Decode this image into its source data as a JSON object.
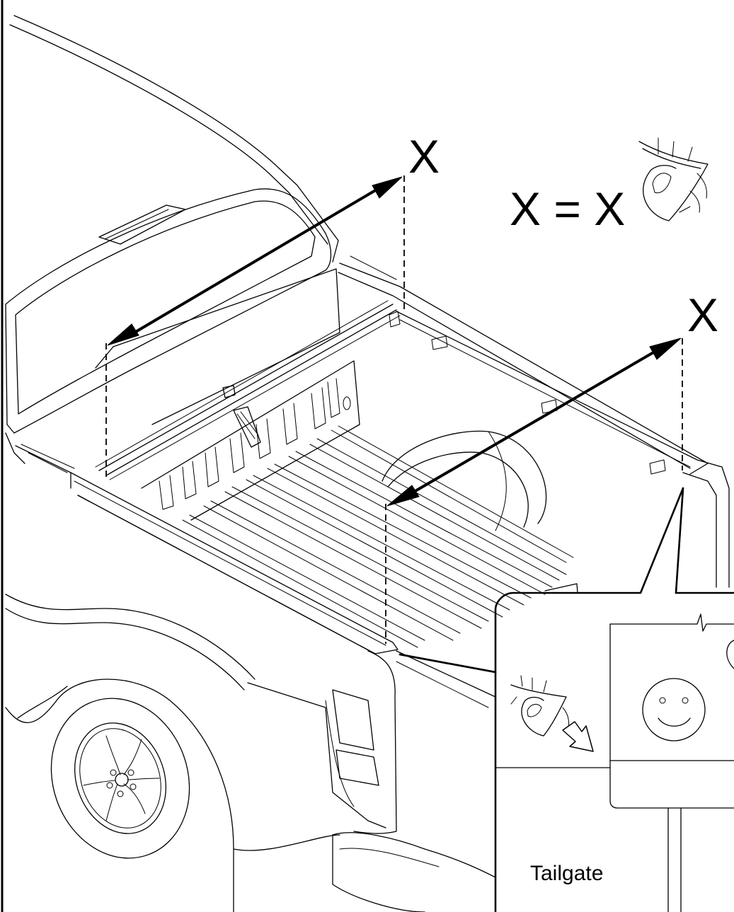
{
  "labels": {
    "x_left": "X",
    "x_right": "X",
    "equation": "X = X",
    "tailgate": "Tailgate"
  },
  "colors": {
    "ink": "#000000",
    "paper": "#ffffff"
  },
  "icons": [
    "eye-icon",
    "smiley-face-icon",
    "arrow-icon"
  ]
}
